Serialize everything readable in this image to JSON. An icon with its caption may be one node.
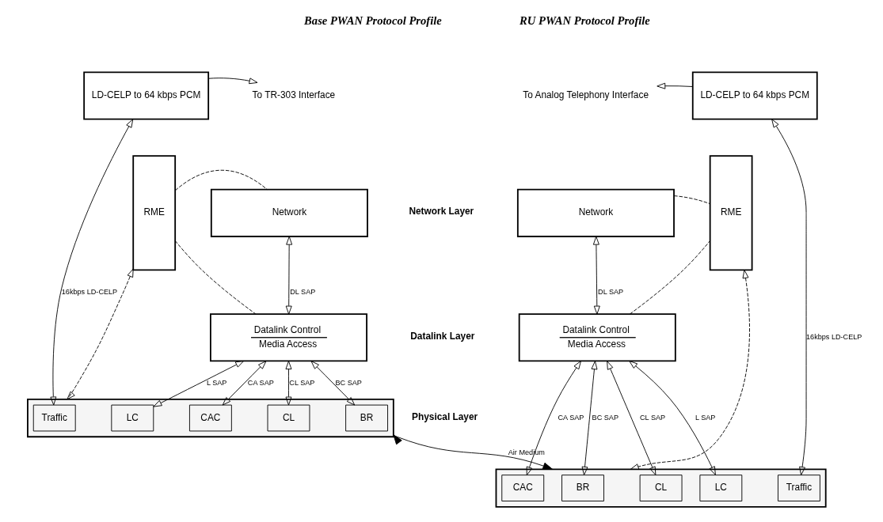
{
  "diagram": {
    "nodes": [
      {
        "text": [
          "LD-CELP to 64 kbps PCM"
        ]
      },
      {
        "text": [
          "To TR-303 Interface"
        ]
      },
      {
        "text": [
          "RME"
        ]
      },
      {
        "text": [
          "Network"
        ]
      },
      {
        "text": [
          "Datalink Control",
          "Media Access"
        ]
      },
      {
        "text": [],
        "shape": "box"
      },
      {
        "text": [
          "Traffic"
        ],
        "in": 5
      },
      {
        "text": [
          "LC"
        ],
        "in": 5
      },
      {
        "text": [
          "CAC"
        ],
        "in": 5
      },
      {
        "text": [
          "CL"
        ],
        "in": 5
      },
      {
        "text": [
          "BR"
        ],
        "in": 5
      },
      {
        "text": [
          "To Analog Telephony Interface"
        ]
      },
      {
        "text": [
          "LD-CELP to 64 kbps PCM"
        ]
      },
      {
        "text": [
          "Network"
        ]
      },
      {
        "text": [
          "RME"
        ]
      },
      {
        "text": [
          "Datalink Control",
          "Media Access"
        ]
      },
      {
        "text": [],
        "shape": "box"
      },
      {
        "text": [
          "BR"
        ],
        "in": 16
      },
      {
        "text": [
          "CL"
        ],
        "in": 16
      },
      {
        "text": [
          "CAC"
        ],
        "in": 16
      },
      {
        "text": [
          "LC"
        ],
        "in": 16
      },
      {
        "text": [
          "Traffic"
        ],
        "in": 16
      }
    ],
    "edges": [
      {
        "from": 0,
        "to": 1,
        "arrow": "to"
      },
      {
        "from": 0,
        "to": 6,
        "arrow": "both",
        "label": "16kbps LD-CELP"
      },
      {
        "from": 2,
        "to": 5,
        "arrow": "both",
        "style": "dashed"
      },
      {
        "from": 2,
        "to": 3,
        "arrow": "none",
        "style": "dashed"
      },
      {
        "from": 2,
        "to": 4,
        "arrow": "none",
        "style": "dashed"
      },
      {
        "from": 3,
        "to": 4,
        "arrow": "both",
        "label": "DL SAP"
      },
      {
        "from": 4,
        "to": 7,
        "arrow": "both",
        "label": "L SAP"
      },
      {
        "from": 4,
        "to": 8,
        "arrow": "both",
        "label": "CA SAP"
      },
      {
        "from": 4,
        "to": 9,
        "arrow": "both",
        "label": "CL SAP"
      },
      {
        "from": 4,
        "to": 10,
        "arrow": "both",
        "label": "BC SAP"
      },
      {
        "from": 12,
        "to": 11,
        "arrow": "to"
      },
      {
        "from": 12,
        "to": 21,
        "arrow": "both",
        "label": "16kbps LD-CELP"
      },
      {
        "from": 14,
        "to": 16,
        "arrow": "both",
        "style": "dashed"
      },
      {
        "from": 13,
        "to": 14,
        "arrow": "none",
        "style": "dashed"
      },
      {
        "from": 15,
        "to": 14,
        "arrow": "none",
        "style": "dashed"
      },
      {
        "from": 13,
        "to": 15,
        "arrow": "both",
        "label": "DL SAP"
      },
      {
        "from": 15,
        "to": 17,
        "arrow": "both",
        "label": "BC SAP"
      },
      {
        "from": 15,
        "to": 18,
        "arrow": "both",
        "label": "CL SAP"
      },
      {
        "from": 15,
        "to": 19,
        "arrow": "both",
        "label": "CA SAP"
      },
      {
        "from": 15,
        "to": 20,
        "arrow": "both",
        "label": "L SAP"
      },
      {
        "from": 5,
        "to": 16,
        "arrow": "both",
        "label": "Air Medium"
      }
    ],
    "labels": [
      "Base PWAN Protocol Profile",
      "RU PWAN Protocol Profile",
      "Network Layer",
      "Datalink Layer",
      "Physical Layer"
    ]
  }
}
